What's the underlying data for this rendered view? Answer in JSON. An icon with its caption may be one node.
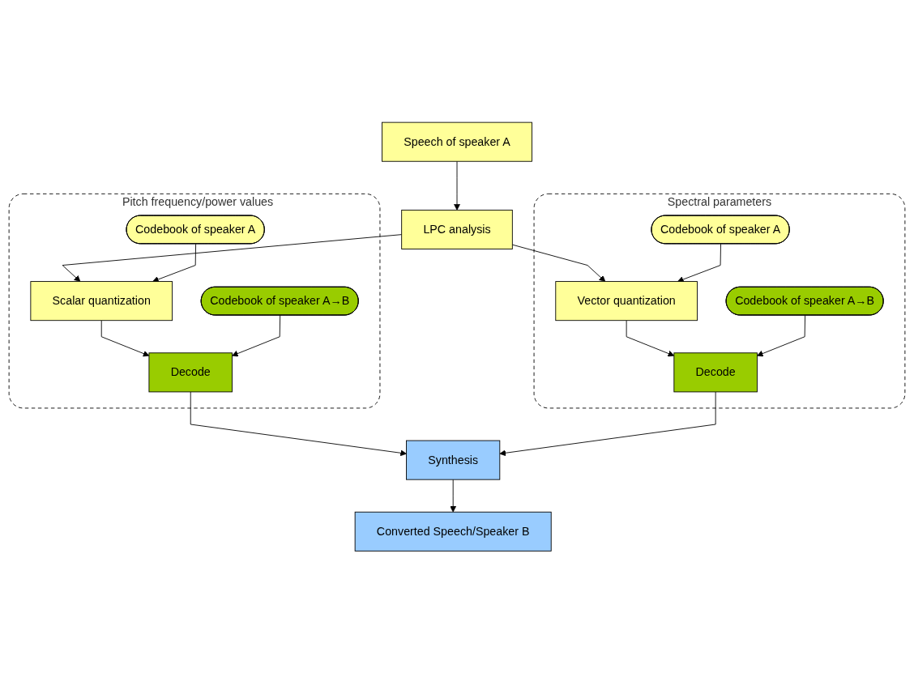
{
  "diagram": {
    "nodes": [
      {
        "text": [
          "Speech of speaker A"
        ]
      },
      {
        "text": [
          "LPC analysis"
        ]
      },
      {
        "text": [
          "Pitch frequency/power values"
        ]
      },
      {
        "text": [
          "Codebook of speaker A"
        ],
        "in": 2
      },
      {
        "text": [
          "Scalar quantization"
        ],
        "in": 2
      },
      {
        "text": [
          "Codebook of speaker A→B"
        ],
        "in": 2
      },
      {
        "text": [
          "Decode"
        ],
        "in": 2
      },
      {
        "text": [
          "Spectral parameters"
        ]
      },
      {
        "text": [
          "Vector quantization"
        ],
        "in": 7
      },
      {
        "text": [
          "Codebook of speaker A"
        ],
        "in": 7
      },
      {
        "text": [
          "Decode"
        ],
        "in": 7
      },
      {
        "text": [
          "Codebook of speaker A→B"
        ],
        "in": 7
      },
      {
        "text": [
          "Synthesis"
        ]
      },
      {
        "text": [
          "Converted Speech/Speaker B"
        ]
      }
    ],
    "edges": [
      {
        "from": 0,
        "to": 1,
        "arrow": "to"
      },
      {
        "from": 1,
        "to": 4,
        "arrow": "to"
      },
      {
        "from": 1,
        "to": 8,
        "arrow": "to"
      },
      {
        "from": 3,
        "to": 4,
        "arrow": "to"
      },
      {
        "from": 4,
        "to": 6,
        "arrow": "to"
      },
      {
        "from": 5,
        "to": 6,
        "arrow": "to"
      },
      {
        "from": 9,
        "to": 8,
        "arrow": "to"
      },
      {
        "from": 8,
        "to": 10,
        "arrow": "to"
      },
      {
        "from": 11,
        "to": 10,
        "arrow": "to"
      },
      {
        "from": 6,
        "to": 12,
        "arrow": "to"
      },
      {
        "from": 10,
        "to": 12,
        "arrow": "to"
      },
      {
        "from": 12,
        "to": 13,
        "arrow": "to"
      }
    ]
  }
}
